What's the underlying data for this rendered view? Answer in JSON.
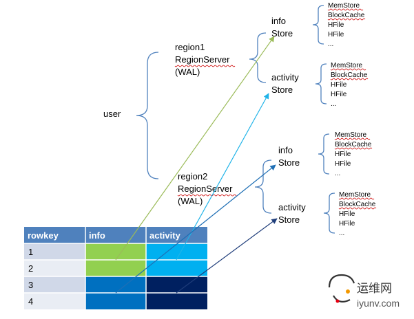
{
  "root": {
    "label": "user"
  },
  "regions": [
    {
      "name": "region1",
      "server": "RegionServer",
      "wal": "(WAL)",
      "stores": [
        {
          "line1": "info",
          "line2": "Store",
          "items": [
            "MemStore",
            "BlockCache",
            "HFile",
            "HFile",
            "..."
          ]
        },
        {
          "line1": "activity",
          "line2": "Store",
          "items": [
            "MemStore",
            "BlockCache",
            "HFile",
            "HFile",
            "..."
          ]
        }
      ]
    },
    {
      "name": "region2",
      "server": "RegionServer",
      "wal": "(WAL)",
      "stores": [
        {
          "line1": "info",
          "line2": "Store",
          "items": [
            "MemStore",
            "BlockCache",
            "HFile",
            "HFile",
            "..."
          ]
        },
        {
          "line1": "activity",
          "line2": "Store",
          "items": [
            "MemStore",
            "BlockCache",
            "HFile",
            "HFile",
            "..."
          ]
        }
      ]
    }
  ],
  "table": {
    "headers": [
      "rowkey",
      "info",
      "activity"
    ],
    "rows": [
      {
        "rowkey": "1"
      },
      {
        "rowkey": "2"
      },
      {
        "rowkey": "3"
      },
      {
        "rowkey": "4"
      }
    ]
  },
  "colors": {
    "brace": "#4f81bd",
    "header": "#4f81bd",
    "rowkey_odd": "#d0d8e8",
    "rowkey_even": "#e9edf4",
    "region1_info": "#92d050",
    "region1_activity": "#00b0f0",
    "region2_info": "#0070c0",
    "region2_activity": "#002060",
    "arrow_info_r1": "#9bbb59",
    "arrow_activity_r1": "#1fb3e8",
    "arrow_info_r2": "#1f6fb5",
    "arrow_activity_r2": "#1f3d7a"
  },
  "watermark": {
    "icon": "yunwei-logo-icon",
    "text": "运维网",
    "url": "iyunv.com"
  }
}
